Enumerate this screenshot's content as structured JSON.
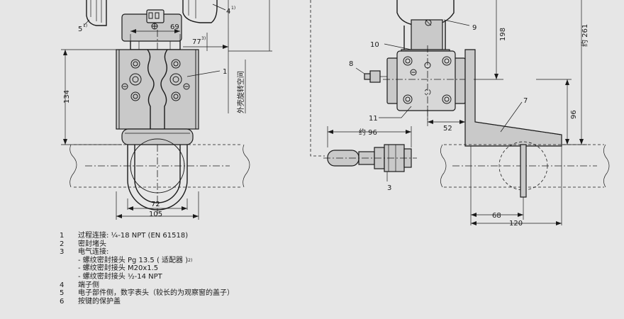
{
  "drawing": {
    "left_view": {
      "dims": {
        "d69": "69",
        "d77": "77",
        "d77_note": "3)",
        "d134": "134",
        "d72": "72",
        "d105": "105"
      },
      "callouts": {
        "c1": "1",
        "c4": "4",
        "c4_note": "1)",
        "c5": "5",
        "c5_note": "1)"
      },
      "rotation_space": "外壳旋转空间"
    },
    "right_view": {
      "dims": {
        "d198": "198",
        "d261": "约 261",
        "d96v": "96",
        "d52": "52",
        "d96h": "约 96",
        "d68": "68",
        "d120": "120"
      },
      "callouts": {
        "c3": "3",
        "c7": "7",
        "c8": "8",
        "c9": "9",
        "c10": "10",
        "c11": "11"
      }
    }
  },
  "legend": [
    {
      "num": "1",
      "text": "过程连接: ¼-18 NPT (EN 61518)"
    },
    {
      "num": "2",
      "text": "密封堵头"
    },
    {
      "num": "3",
      "text": "电气连接:"
    },
    {
      "num": "",
      "text": "- 螺纹密封接头 Pg 13.5 ( 适配器 )",
      "note": "2)"
    },
    {
      "num": "",
      "text": "- 螺纹密封接头 M20x1.5"
    },
    {
      "num": "",
      "text": "- 螺纹密封接头 ½-14 NPT"
    },
    {
      "num": "4",
      "text": "端子侧"
    },
    {
      "num": "5",
      "text": "电子部件侧，数字表头（较长的为观察窗的盖子）"
    },
    {
      "num": "6",
      "text": "按键的保护盖"
    }
  ]
}
